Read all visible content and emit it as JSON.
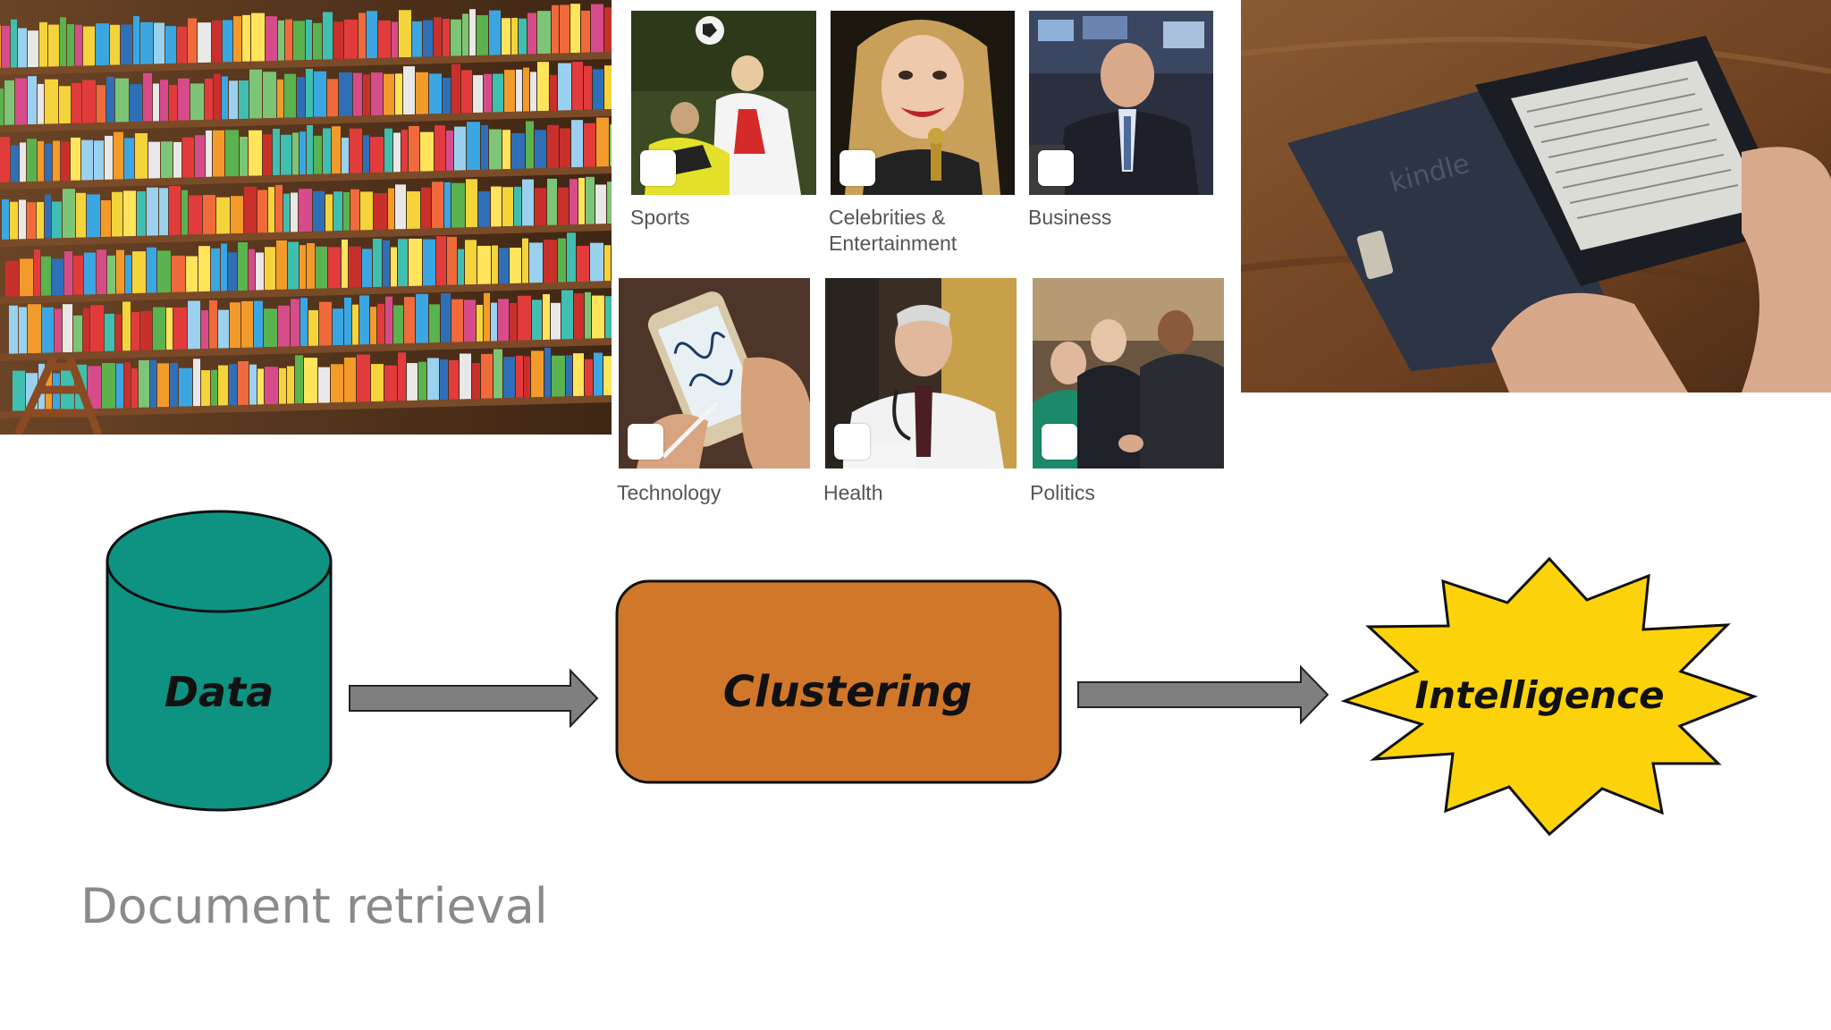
{
  "categories": [
    {
      "label": "Sports",
      "icon": "sports-photo"
    },
    {
      "label": "Celebrities &\nEntertainment",
      "icon": "celebrity-photo"
    },
    {
      "label": "Business",
      "icon": "business-photo"
    },
    {
      "label": "Technology",
      "icon": "technology-photo"
    },
    {
      "label": "Health",
      "icon": "health-photo"
    },
    {
      "label": "Politics",
      "icon": "politics-photo"
    }
  ],
  "diagram": {
    "data_label": "Data",
    "clustering_label": "Clustering",
    "intelligence_label": "Intelligence",
    "colors": {
      "data": "#0e9382",
      "clustering": "#d0772a",
      "intelligence": "#fcd30a",
      "arrow": "#7f7f7f"
    }
  },
  "photos": {
    "library": "library-bookshelf-photo",
    "kindle": "kindle-ereader-photo",
    "kindle_logo": "kindle"
  },
  "caption": "Document retrieval"
}
